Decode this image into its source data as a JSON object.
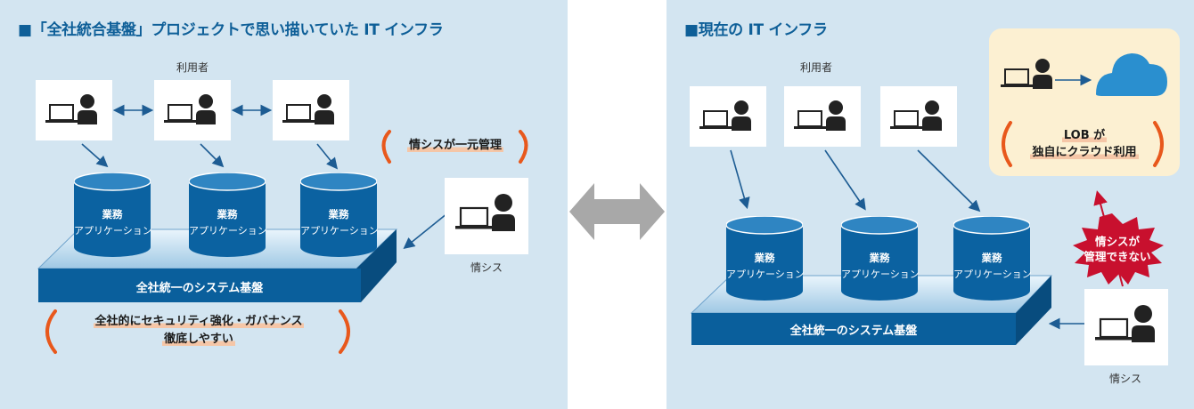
{
  "left": {
    "title": "■「全社統合基盤」プロジェクトで思い描いていた IT インフラ",
    "users_label": "利用者",
    "app_line1": "業務",
    "app_line2": "アプリケーション",
    "platform": "全社統一のシステム基盤",
    "staff_label": "情シス",
    "callout_top": "情シスが一元管理",
    "callout_bottom_line1": "全社的にセキュリティ強化・ガバナンス",
    "callout_bottom_line2": "徹底しやすい"
  },
  "right": {
    "title": "■現在の IT インフラ",
    "users_label": "利用者",
    "app_line1": "業務",
    "app_line2": "アプリケーション",
    "platform": "全社統一のシステム基盤",
    "staff_label": "情シス",
    "lob_line1": "LOB が",
    "lob_line2": "独自にクラウド利用",
    "burst_line1": "情シスが",
    "burst_line2": "管理できない"
  },
  "colors": {
    "panel_bg": "#d3e5f1",
    "title": "#0e5f98",
    "cylinder": "#0b62a1",
    "platform": "#0a5f9c",
    "bracket": "#e8581c",
    "burst": "#c8102e",
    "cloud": "#2a8fcf"
  },
  "icons": [
    "user-with-laptop-icon",
    "cloud-icon",
    "bidirectional-arrow-icon"
  ]
}
